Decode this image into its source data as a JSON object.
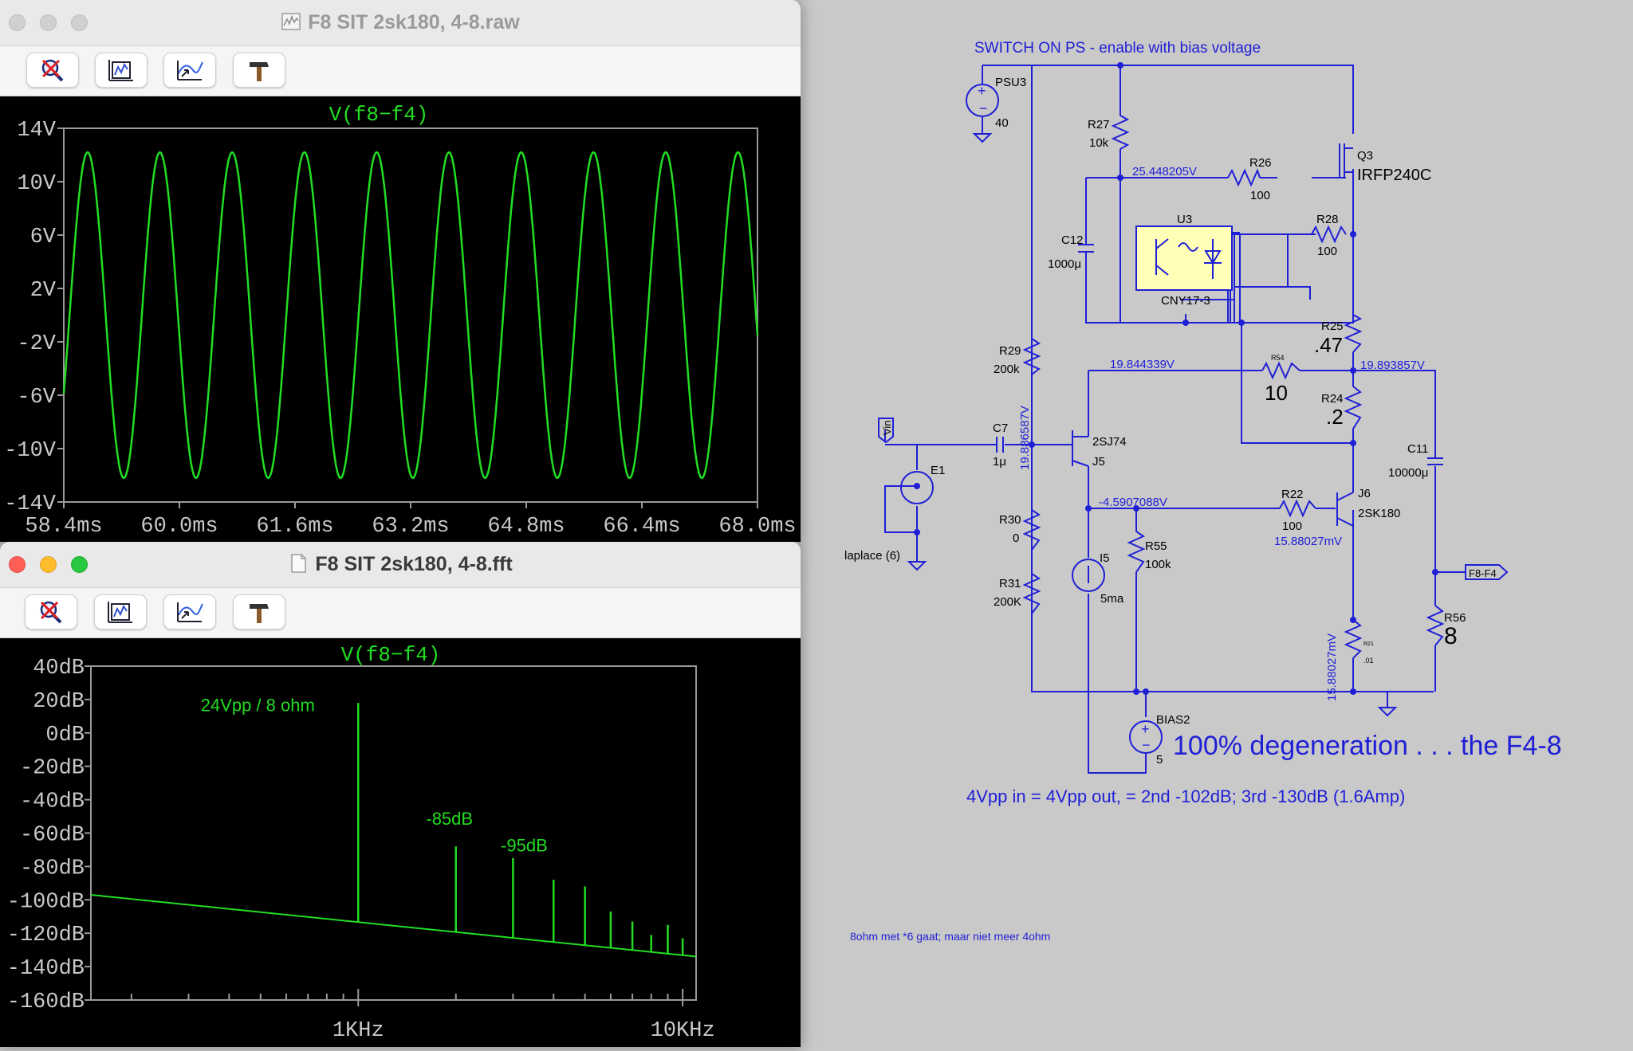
{
  "window_raw": {
    "title": "F8 SIT 2sk180, 4-8.raw",
    "toolbar": [
      "zoom-cancel-icon",
      "autorange-icon",
      "pick-trace-icon",
      "hammer-icon"
    ]
  },
  "window_fft": {
    "title": "F8 SIT 2sk180, 4-8.fft",
    "toolbar": [
      "zoom-cancel-icon",
      "autorange-icon",
      "pick-trace-icon",
      "hammer-icon"
    ]
  },
  "chart_data": [
    {
      "type": "line",
      "title": "V(f8−f4)",
      "x_ticks": [
        "58.4ms",
        "60.0ms",
        "61.6ms",
        "63.2ms",
        "64.8ms",
        "66.4ms",
        "68.0ms"
      ],
      "y_ticks": [
        "14V",
        "10V",
        "6V",
        "2V",
        "-2V",
        "-6V",
        "-10V",
        "-14V"
      ],
      "xlim": [
        58.4,
        68.0
      ],
      "ylim": [
        -14,
        14
      ],
      "series": [
        {
          "color": "#22dd22",
          "amplitude": 12.2,
          "period_ms": 1.0,
          "phase_at_start_ms": 0.33
        }
      ],
      "grid": false
    },
    {
      "type": "line",
      "title": "V(f8−f4)",
      "x_ticks": [
        "1KHz",
        "10KHz"
      ],
      "y_ticks": [
        "40dB",
        "20dB",
        "0dB",
        "-20dB",
        "-40dB",
        "-60dB",
        "-80dB",
        "-100dB",
        "-120dB",
        "-140dB",
        "-160dB"
      ],
      "xlim_hz": [
        150,
        11000
      ],
      "ylim_db": [
        -160,
        40
      ],
      "xscale": "log",
      "noise_floor_db": {
        "at_150hz": -97,
        "at_11000hz": -134
      },
      "harmonics": [
        {
          "freq_hz": 1000,
          "db": 18
        },
        {
          "freq_hz": 2000,
          "db": -68
        },
        {
          "freq_hz": 3000,
          "db": -75
        },
        {
          "freq_hz": 4000,
          "db": -88
        },
        {
          "freq_hz": 5000,
          "db": -92
        },
        {
          "freq_hz": 6000,
          "db": -107
        },
        {
          "freq_hz": 7000,
          "db": -113
        },
        {
          "freq_hz": 8000,
          "db": -121
        },
        {
          "freq_hz": 9000,
          "db": -115
        },
        {
          "freq_hz": 10000,
          "db": -123
        }
      ],
      "annotations": [
        "24Vpp / 8 ohm",
        "-85dB",
        "-95dB"
      ]
    }
  ],
  "schematic": {
    "switch_label": "SWITCH ON PS - enable with bias voltage",
    "psu3": {
      "name": "PSU3",
      "value": "40"
    },
    "r27": {
      "name": "R27",
      "value": "10k"
    },
    "r26": {
      "name": "R26",
      "value": "100"
    },
    "q3": {
      "name": "Q3",
      "part": "IRFP240C"
    },
    "node_top": "25.448205V",
    "u3": {
      "name": "U3",
      "part": "CNY17-3"
    },
    "c12": {
      "name": "C12",
      "value": "1000μ"
    },
    "r28": {
      "name": "R28",
      "value": "100"
    },
    "r25": {
      "name": "R25",
      "value": ".47"
    },
    "r29": {
      "name": "R29",
      "value": "200k"
    },
    "r54": {
      "name": "R54",
      "value": "10"
    },
    "node_mid_left": "19.844339V",
    "node_mid_right": "19.893857V",
    "r24": {
      "name": "R24",
      "value": ".2"
    },
    "vin": "Vin",
    "c7": {
      "name": "C7",
      "value": "1μ"
    },
    "node_vertical": "19.886587V",
    "j5": {
      "name": "J5",
      "part": "2SJ74"
    },
    "e1": {
      "name": "E1",
      "value": "laplace (6)"
    },
    "c11": {
      "name": "C11",
      "value": "10000μ"
    },
    "node_neg": "-4.5907088V",
    "r22": {
      "name": "R22",
      "value": "100"
    },
    "j6": {
      "name": "J6",
      "part": "2SK180"
    },
    "node_small": "15.88027mV",
    "r30": {
      "name": "R30",
      "value": "0"
    },
    "i5": {
      "name": "I5",
      "value": "5ma"
    },
    "r55": {
      "name": "R55",
      "value": "100k"
    },
    "f8f4": "F8-F4",
    "r31": {
      "name": "R31",
      "value": "200K"
    },
    "r56": {
      "name": "R56",
      "value": "8"
    },
    "r21": {
      "name": "R21",
      "value": ".01"
    },
    "node_small_vertical": "15.88027mV",
    "bias2": {
      "name": "BIAS2",
      "value": "5"
    },
    "big_note": "100% degeneration . . . the F4-8",
    "perf_note": "4Vpp in = 4Vpp out, =   2nd -102dB; 3rd -130dB (1.6Amp)",
    "small_note": "8ohm met *6 gaat; maar niet meer 4ohm",
    "colors": {
      "wire": "#1f1fd6",
      "text": "#000000",
      "optocoupler": "#ffffb8"
    }
  }
}
